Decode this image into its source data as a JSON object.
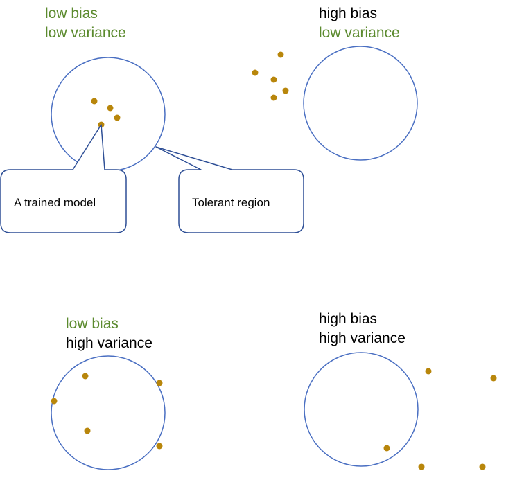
{
  "colors": {
    "green": "#5b8a2e",
    "black": "#000000",
    "circle_stroke": "#4a6fc2",
    "dot_fill": "#b8860b",
    "callout_stroke": "#2e4f96"
  },
  "quadrants": [
    {
      "line1": "low bias",
      "line2": "low variance",
      "line1_color": "green",
      "line2_color": "green"
    },
    {
      "line1": "high bias",
      "line2": "low variance",
      "line1_color": "black",
      "line2_color": "green"
    },
    {
      "line1": "low bias",
      "line2": "high variance",
      "line1_color": "green",
      "line2_color": "black"
    },
    {
      "line1": "high bias",
      "line2": "high variance",
      "line1_color": "black",
      "line2_color": "black"
    }
  ],
  "callouts": {
    "model": "A trained model",
    "region": "Tolerant region"
  }
}
